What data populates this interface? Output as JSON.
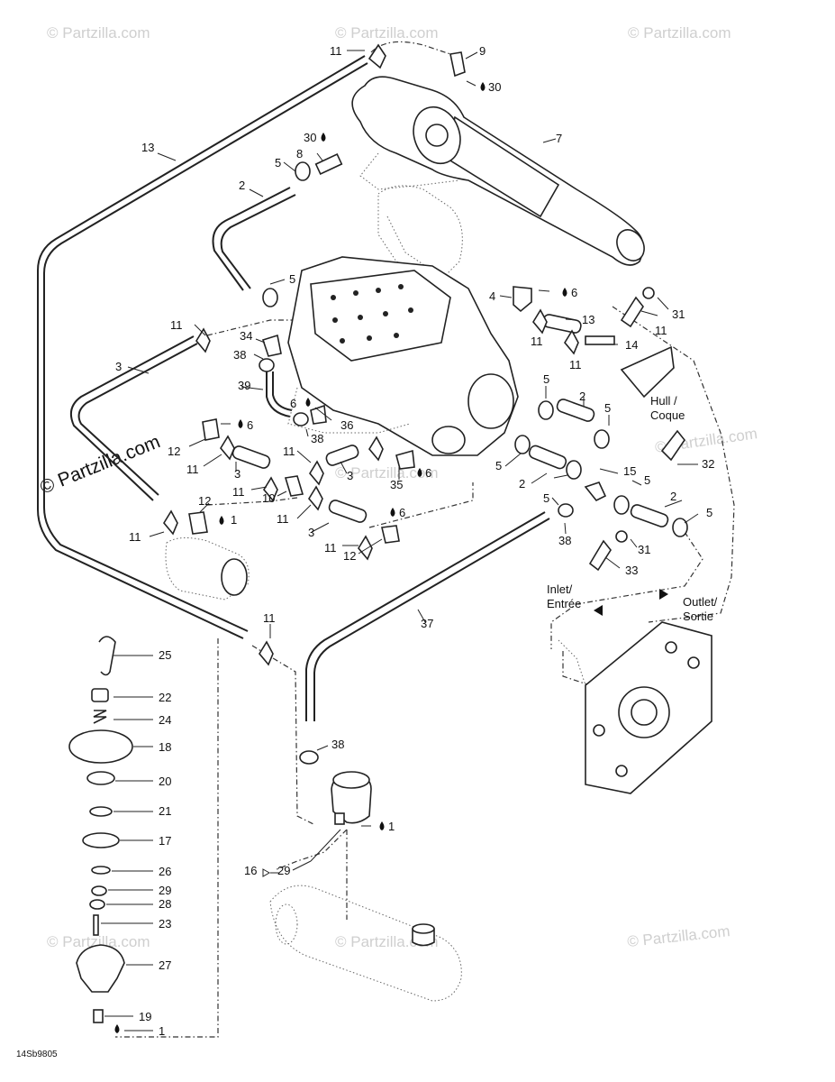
{
  "watermark": {
    "text": "© Partzilla.com",
    "main_text": "© Partzilla.com"
  },
  "drawing_code": "14Sb9805",
  "callouts": {
    "c1a": "1",
    "c1b": "1",
    "c1c": "1",
    "c2a": "2",
    "c2b": "2",
    "c2c": "2",
    "c2d": "2",
    "c3a": "3",
    "c3b": "3",
    "c3c": "3",
    "c3d": "3",
    "c4": "4",
    "c5a": "5",
    "c5b": "5",
    "c5c": "5",
    "c5d": "5",
    "c5e": "5",
    "c5f": "5",
    "c5g": "5",
    "c5h": "5",
    "c6a": "6",
    "c6b": "6",
    "c6c": "6",
    "c6d": "6",
    "c6e": "6",
    "c7": "7",
    "c8": "8",
    "c9": "9",
    "c10": "10",
    "c11a": "11",
    "c11b": "11",
    "c11c": "11",
    "c11d": "11",
    "c11e": "11",
    "c11f": "11",
    "c11g": "11",
    "c11h": "11",
    "c11i": "11",
    "c11j": "11",
    "c11k": "11",
    "c11l": "11",
    "c12a": "12",
    "c12b": "12",
    "c12c": "12",
    "c13a": "13",
    "c13b": "13",
    "c14": "14",
    "c15": "15",
    "c16": "16",
    "c17": "17",
    "c18": "18",
    "c19": "19",
    "c20": "20",
    "c21": "21",
    "c22": "22",
    "c23": "23",
    "c24": "24",
    "c25": "25",
    "c26": "26",
    "c27": "27",
    "c28": "28",
    "c29a": "29",
    "c29b": "29",
    "c30a": "30",
    "c30b": "30",
    "c31a": "31",
    "c31b": "31",
    "c32": "32",
    "c33": "33",
    "c34": "34",
    "c35": "35",
    "c36": "36",
    "c37": "37",
    "c38a": "38",
    "c38b": "38",
    "c38c": "38",
    "c38d": "38",
    "c39": "39"
  },
  "text_labels": {
    "hull_1": "Hull /",
    "hull_2": "Coque",
    "inlet_1": "Inlet/",
    "inlet_2": "Entrée",
    "outlet_1": "Outlet/",
    "outlet_2": "Sortie"
  }
}
